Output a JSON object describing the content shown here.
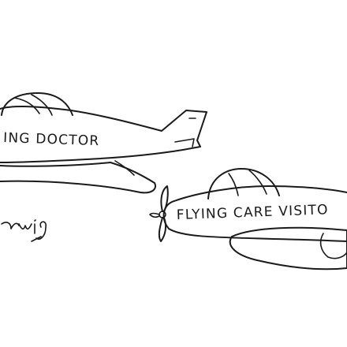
{
  "cartoon": {
    "plane_one_text": "ING DOCTOR",
    "plane_two_text": "FLYING CARE VISITO",
    "signature": "rwig",
    "ink_color": "#1a1a1a",
    "background_color": "#ffffff",
    "icons": [
      "airplane-icon",
      "airplane-icon",
      "propeller-icon"
    ]
  }
}
